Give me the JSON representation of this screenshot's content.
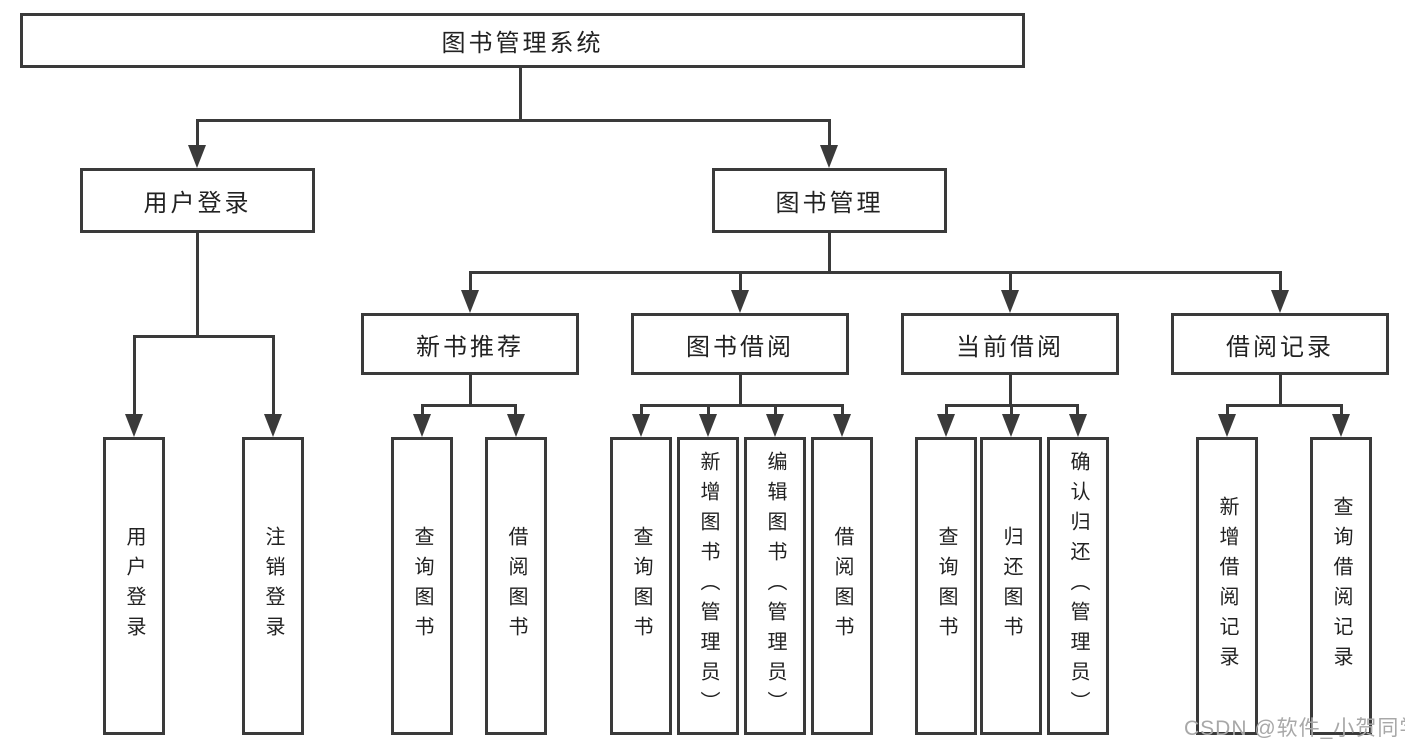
{
  "tree": {
    "root": "图书管理系统",
    "branches": [
      {
        "label": "用户登录",
        "children": [
          {
            "label": "用户登录"
          },
          {
            "label": "注销登录"
          }
        ]
      },
      {
        "label": "图书管理",
        "children": [
          {
            "label": "新书推荐",
            "children": [
              {
                "label": "查询图书"
              },
              {
                "label": "借阅图书"
              }
            ]
          },
          {
            "label": "图书借阅",
            "children": [
              {
                "label": "查询图书"
              },
              {
                "label": "新增图书（管理员）"
              },
              {
                "label": "编辑图书（管理员）"
              },
              {
                "label": "借阅图书"
              }
            ]
          },
          {
            "label": "当前借阅",
            "children": [
              {
                "label": "查询图书"
              },
              {
                "label": "归还图书"
              },
              {
                "label": "确认归还（管理员）"
              }
            ]
          },
          {
            "label": "借阅记录",
            "children": [
              {
                "label": "新增借阅记录"
              },
              {
                "label": "查询借阅记录"
              }
            ]
          }
        ]
      }
    ]
  },
  "watermark": "CSDN @软件_小贺同学",
  "colors": {
    "line": "#3a3a3a",
    "text": "#222222",
    "watermark": "#a8a8a8",
    "background": "#ffffff"
  }
}
